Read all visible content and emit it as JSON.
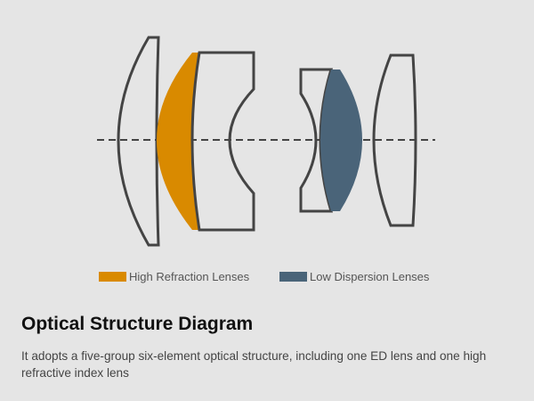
{
  "colors": {
    "high_refraction": "#d98a00",
    "low_dispersion": "#4a6479",
    "outline": "#444444"
  },
  "legend": [
    {
      "label": "High Refraction Lenses"
    },
    {
      "label": "Low Dispersion Lenses"
    }
  ],
  "title": "Optical Structure Diagram",
  "description": "It adopts a five-group six-element optical structure, including one ED lens and one high refractive index lens"
}
